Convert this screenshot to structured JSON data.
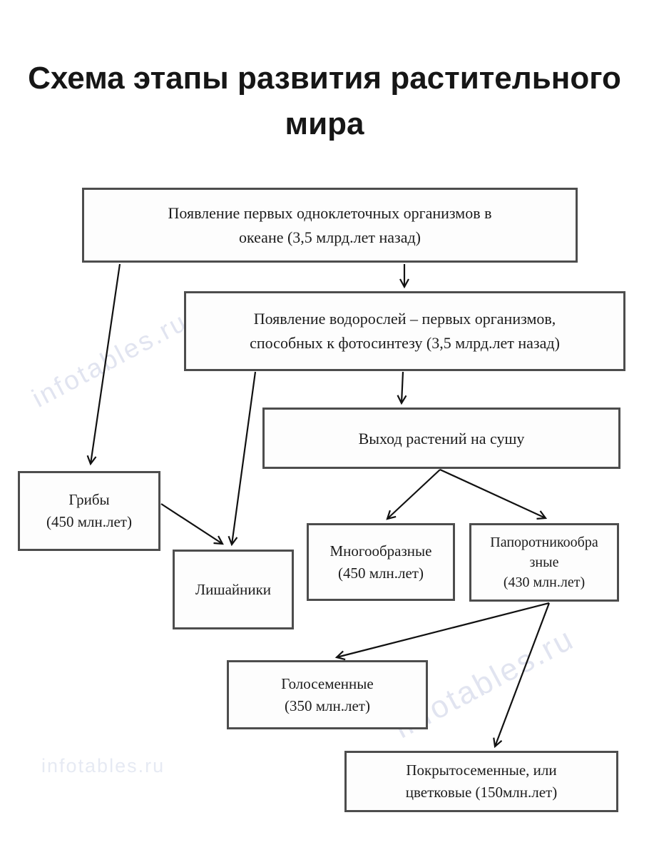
{
  "title": {
    "line1": "Схема этапы развития растительного",
    "line2": "мира"
  },
  "nodes": {
    "unicellular": {
      "lines": [
        "Появление первых одноклеточных организмов в",
        "океане (3,5 млрд.лет назад)"
      ]
    },
    "algae": {
      "lines": [
        "Появление водорослей – первых организмов,",
        "способных к фотосинтезу (3,5 млрд.лет назад)"
      ]
    },
    "land": {
      "lines": [
        "Выход растений на сушу"
      ]
    },
    "fungi": {
      "lines": [
        "Грибы",
        "(450 млн.лет)"
      ]
    },
    "lichens": {
      "lines": [
        "Лишайники"
      ]
    },
    "diverse": {
      "lines": [
        "Многообразные",
        "(450 млн.лет)"
      ]
    },
    "ferns": {
      "lines": [
        "Папоротникообра",
        "зные",
        "(430 млн.лет)"
      ]
    },
    "gymnosperms": {
      "lines": [
        "Голосеменные",
        "(350 млн.лет)"
      ]
    },
    "angiosperms": {
      "lines": [
        "Покрытосеменные, или",
        "цветковые (150млн.лет)"
      ]
    }
  },
  "edges": [
    {
      "from": "unicellular",
      "to": "algae"
    },
    {
      "from": "unicellular",
      "to": "fungi"
    },
    {
      "from": "algae",
      "to": "land"
    },
    {
      "from": "algae",
      "to": "lichens"
    },
    {
      "from": "fungi",
      "to": "lichens"
    },
    {
      "from": "land",
      "to": "diverse"
    },
    {
      "from": "land",
      "to": "ferns"
    },
    {
      "from": "ferns",
      "to": "gymnosperms"
    },
    {
      "from": "ferns",
      "to": "angiosperms"
    }
  ],
  "watermarks": {
    "diagonal_upper": "infotables.ru",
    "diagonal_lower": "infotables.ru",
    "bottom_left": "infotables.ru"
  },
  "colors": {
    "box_border": "#4d4d4d",
    "arrow": "#111111",
    "text": "#1c1c1c",
    "watermark": "#bcc4dd"
  }
}
